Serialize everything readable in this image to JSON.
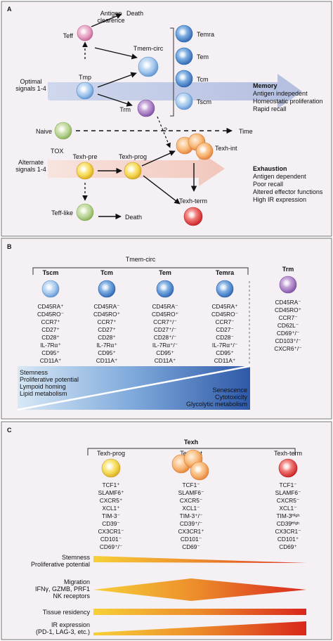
{
  "panels": {
    "a": {
      "label": "A",
      "teff": "Teff",
      "antigen_clearance_1": "Antigen",
      "antigen_clearance_2": "clearence",
      "death_top": "Death",
      "tmem_circ": "Tmem-circ",
      "tmp": "Tmp",
      "optimal_1": "Optimal",
      "optimal_2": "signals 1-4",
      "trm": "Trm",
      "naive": "Naive",
      "time": "Time",
      "question": "?",
      "subsets": [
        "Temra",
        "Tem",
        "Tcm",
        "Tscm"
      ],
      "memory_title": "Memory",
      "memory_lines": [
        "Antigen indepedent",
        "Homeostatic proliferation",
        "Rapid recall"
      ],
      "alternate_1": "Alternate",
      "alternate_2": "signals 1-4",
      "tox": "TOX",
      "texh_pre": "Texh-pre",
      "texh_prog": "Texh-prog",
      "texh_int": "Texh-int",
      "exhaustion_title": "Exhaustion",
      "exhaustion_lines": [
        "Antigen dependent",
        "Poor recall",
        "Altered effector functions",
        "High IR expression"
      ],
      "teff_like": "Teff-like",
      "death_bottom": "Death",
      "texh_term": "Texh-term"
    },
    "b": {
      "label": "B",
      "tmem_circ": "Tmem-circ",
      "columns": [
        {
          "name": "Tscm",
          "markers": [
            "CD45RA⁺",
            "CD45RO⁻",
            "CCR7⁺",
            "CD27⁺",
            "CD28⁺",
            "IL-7Rα⁺",
            "CD95⁺",
            "CD11A⁺"
          ]
        },
        {
          "name": "Tcm",
          "markers": [
            "CD45RA⁻",
            "CD45RO⁺",
            "CCR7⁺",
            "CD27⁺",
            "CD28⁺",
            "IL-7Rα⁺",
            "CD95⁺",
            "CD11A⁺"
          ]
        },
        {
          "name": "Tem",
          "markers": [
            "CD45RA⁻",
            "CD45RO⁺",
            "CCR7⁺/⁻",
            "CD27⁺/⁻",
            "CD28⁺/⁻",
            "IL-7Rα⁺/⁻",
            "CD95⁺",
            "CD11A⁺"
          ]
        },
        {
          "name": "Temra",
          "markers": [
            "CD45RA⁺",
            "CD45RO⁻",
            "CCR7⁻",
            "CD27⁻",
            "CD28⁻",
            "IL-7Rα⁺/⁻",
            "CD95⁺",
            "CD11A⁺"
          ]
        }
      ],
      "trm": {
        "name": "Trm",
        "markers": [
          "CD45RA⁻",
          "CD45RO⁺",
          "CCR7⁻",
          "CD62L⁻",
          "CD69⁺/⁻",
          "CD103⁺/⁻",
          "CXCR6⁺/⁻"
        ]
      },
      "left_features": [
        "Stemness",
        "Proliferative potential",
        "Lympoid homing",
        "Lipid metabolism"
      ],
      "right_features": [
        "Senescence",
        "Cytotoxicity",
        "Glycolytic metabolism"
      ]
    },
    "c": {
      "label": "C",
      "texh": "Texh",
      "columns": [
        {
          "name": "Texh-prog",
          "markers": [
            "TCF1⁺",
            "SLAMF6⁺",
            "CXCR5⁺",
            "XCL1⁺",
            "TIM-3⁻",
            "CD39⁻",
            "CX3CR1⁻",
            "CD101⁻",
            "CD69⁺/⁻"
          ]
        },
        {
          "name": "Texh-int",
          "markers": [
            "TCF1⁻",
            "SLAMF6⁻",
            "CXCR5⁻",
            "XCL1⁻",
            "TIM-3⁺/⁻",
            "CD39⁺/⁻",
            "CX3CR1⁺",
            "CD101⁻",
            "CD69⁻"
          ]
        },
        {
          "name": "Texh-term",
          "markers": [
            "TCF1⁻",
            "SLAMF6⁻",
            "CXCR5⁻",
            "XCL1⁻",
            "TIM-3ᴴⁱᵍʰ",
            "CD39ᴴⁱᵍʰ",
            "CX3CR1⁻",
            "CD101⁺",
            "CD69⁺"
          ]
        }
      ],
      "gradients": [
        {
          "lines": [
            "Stemness",
            "Proliferative potential"
          ]
        },
        {
          "lines": [
            "Migration",
            "IFNγ, GZMB, PRF1",
            "NK receptors"
          ]
        },
        {
          "lines": [
            "Tissue residency"
          ]
        },
        {
          "lines": [
            "IR expression",
            "(PD-1, LAG-3, etc.)"
          ]
        }
      ]
    }
  }
}
